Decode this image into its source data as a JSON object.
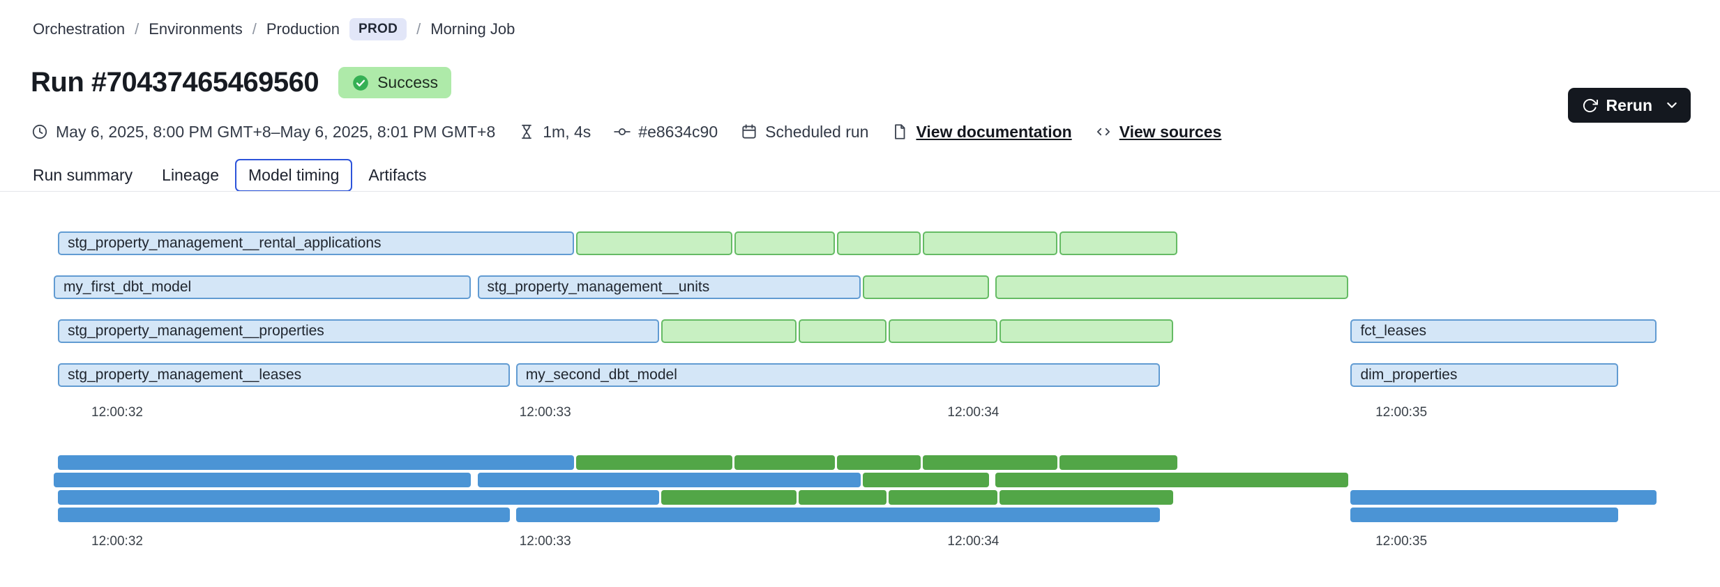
{
  "breadcrumb": {
    "items": [
      {
        "label": "Orchestration"
      },
      {
        "label": "Environments"
      },
      {
        "label": "Production",
        "badge": "PROD"
      },
      {
        "label": "Morning Job"
      }
    ],
    "separator": "/"
  },
  "header": {
    "title": "Run #70437465469560",
    "status": "Success"
  },
  "meta": {
    "time_range": "May 6, 2025, 8:00 PM GMT+8–May 6, 2025, 8:01 PM GMT+8",
    "duration": "1m, 4s",
    "commit": "#e8634c90",
    "trigger": "Scheduled run",
    "docs_link": "View documentation",
    "sources_link": "View sources"
  },
  "rerun": {
    "label": "Rerun"
  },
  "tabs": [
    {
      "label": "Run summary",
      "active": false
    },
    {
      "label": "Lineage",
      "active": false
    },
    {
      "label": "Model timing",
      "active": true
    },
    {
      "label": "Artifacts",
      "active": false
    }
  ],
  "chart_data": {
    "type": "gantt",
    "time_axis": {
      "tick_labels": [
        "12:00:32",
        "12:00:33",
        "12:00:34",
        "12:00:35"
      ],
      "tick_seconds": [
        32,
        33,
        34,
        35
      ]
    },
    "colors": {
      "model_fill": "#d4e6f7",
      "model_border": "#619bd2",
      "test_fill": "#c8f0c2",
      "test_border": "#65bb64",
      "minimap_blue": "#4b94d5",
      "minimap_green": "#52a647",
      "status_badge_bg": "#aeeaa9",
      "active_tab_border": "#2d54da",
      "rerun_bg": "#14181f",
      "prod_badge_bg": "#e2e6f8"
    },
    "rows": [
      {
        "bars": [
          {
            "label": "stg_property_management__rental_applications",
            "color": "blue",
            "start": 31.86,
            "end": 33.07
          },
          {
            "label": "",
            "color": "green",
            "start": 33.07,
            "end": 33.44
          },
          {
            "label": "",
            "color": "green",
            "start": 33.44,
            "end": 33.68
          },
          {
            "label": "",
            "color": "green",
            "start": 33.68,
            "end": 33.88
          },
          {
            "label": "",
            "color": "green",
            "start": 33.88,
            "end": 34.2
          },
          {
            "label": "",
            "color": "green",
            "start": 34.2,
            "end": 34.48
          }
        ]
      },
      {
        "bars": [
          {
            "label": "my_first_dbt_model",
            "color": "blue",
            "start": 31.85,
            "end": 32.83
          },
          {
            "label": "stg_property_management__units",
            "color": "blue",
            "start": 32.84,
            "end": 33.74
          },
          {
            "label": "",
            "color": "green",
            "start": 33.74,
            "end": 34.04
          },
          {
            "label": "",
            "color": "green",
            "start": 34.05,
            "end": 34.88
          }
        ]
      },
      {
        "bars": [
          {
            "label": "stg_property_management__properties",
            "color": "blue",
            "start": 31.86,
            "end": 33.27
          },
          {
            "label": "",
            "color": "green",
            "start": 33.27,
            "end": 33.59
          },
          {
            "label": "",
            "color": "green",
            "start": 33.59,
            "end": 33.8
          },
          {
            "label": "",
            "color": "green",
            "start": 33.8,
            "end": 34.06
          },
          {
            "label": "",
            "color": "green",
            "start": 34.06,
            "end": 34.47
          },
          {
            "label": "fct_leases",
            "color": "blue",
            "start": 34.88,
            "end": 35.6
          }
        ]
      },
      {
        "bars": [
          {
            "label": "stg_property_management__leases",
            "color": "blue",
            "start": 31.86,
            "end": 32.92
          },
          {
            "label": "my_second_dbt_model",
            "color": "blue",
            "start": 32.93,
            "end": 34.44
          },
          {
            "label": "dim_properties",
            "color": "blue",
            "start": 34.88,
            "end": 35.51
          }
        ]
      }
    ]
  }
}
